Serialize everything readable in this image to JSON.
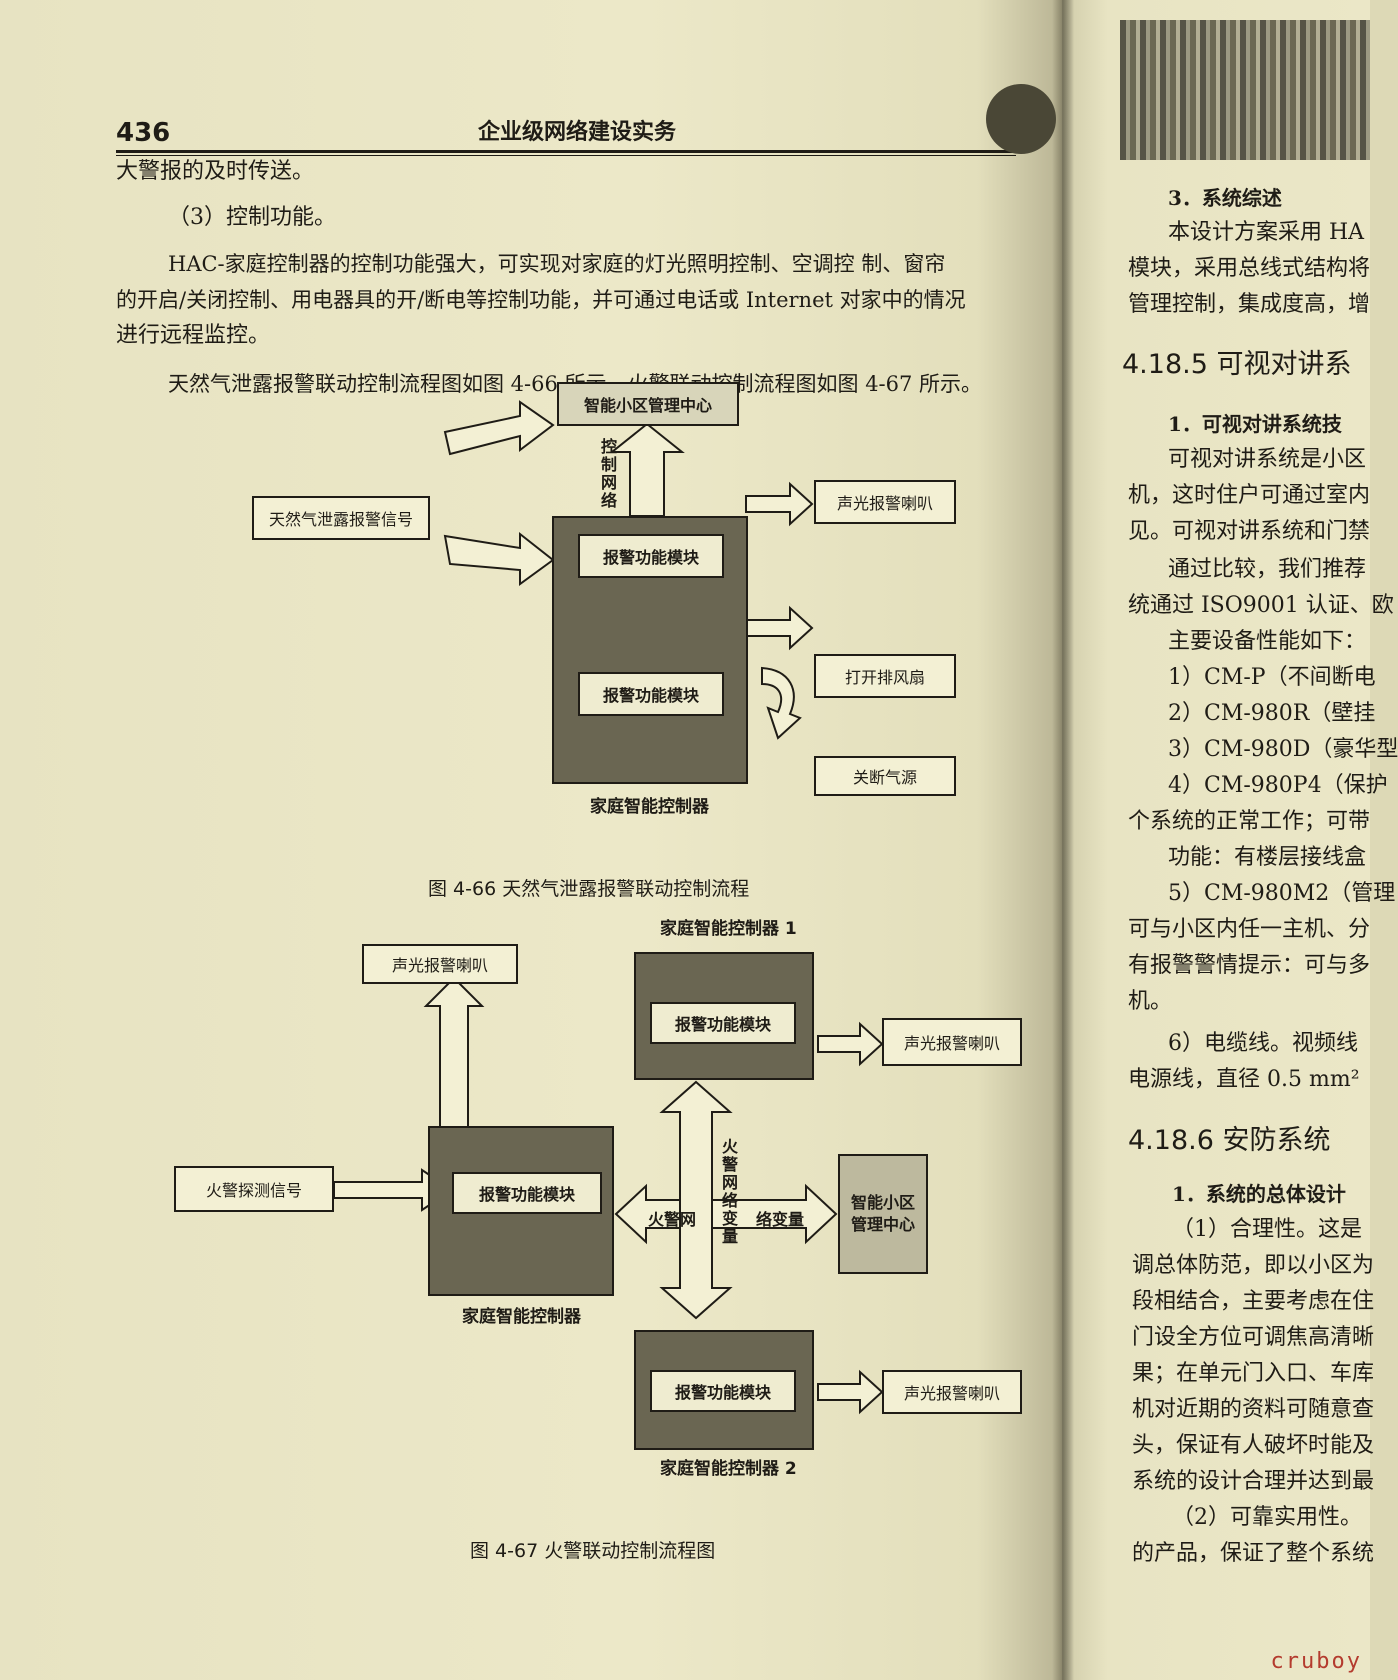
{
  "left_page": {
    "page_number": "436",
    "running_head": "企业级网络建设实务",
    "paragraphs": [
      "大警报的及时传送。",
      "（3）控制功能。",
      "HAC-家庭控制器的控制功能强大，可实现对家庭的灯光照明控制、空调控 制、窗帘",
      "的开启/关闭控制、用电器具的开/断电等控制功能，并可通过电话或 Internet 对家中的情况",
      "进行远程监控。",
      "天然气泄露报警联动控制流程图如图 4-66 所示，火警联动控制流程图如图 4-67 所示。"
    ],
    "fig66": {
      "top_box": "智能小区管理中心",
      "vertical_label": "控制网络",
      "signal_box": "天然气泄露报警信号",
      "module1": "报警功能模块",
      "module2": "报警功能模块",
      "out1": "声光报警喇叭",
      "out2": "打开排风扇",
      "out3": "关断气源",
      "controller_label": "家庭智能控制器",
      "caption": "图 4-66   天然气泄露报警联动控制流程"
    },
    "fig67": {
      "controller1_label": "家庭智能控制器 1",
      "controller1_module": "报警功能模块",
      "controller1_out": "声光报警喇叭",
      "main_top_out": "声光报警喇叭",
      "detector": "火警探测信号",
      "main_module": "报警功能模块",
      "main_label": "家庭智能控制器",
      "left_arrow_label": "火警网",
      "right_arrow_label": "络变量",
      "vertical_label": "火警网络变量",
      "center_box": "智能小区管理中心",
      "controller2_module": "报警功能模块",
      "controller2_out": "声光报警喇叭",
      "controller2_label": "家庭智能控制器 2",
      "caption": "图 4-67    火警联动控制流程图"
    }
  },
  "right_page": {
    "lines": [
      "3．系统综述",
      "本设计方案采用 HA",
      "模块，采用总线式结构将",
      "管理控制，集成度高，增",
      "4.18.5    可视对讲系",
      "1．可视对讲系统技",
      "可视对讲系统是小区",
      "机，这时住户可通过室内",
      "见。可视对讲系统和门禁",
      "通过比较，我们推荐",
      "统通过 ISO9001 认证、欧",
      "主要设备性能如下：",
      "1）CM-P（不间断电",
      "2）CM-980R（壁挂",
      "3）CM-980D（豪华型",
      "4）CM-980P4（保护",
      "个系统的正常工作；可带",
      "功能：有楼层接线盒",
      "5）CM-980M2（管理",
      "可与小区内任一主机、分",
      "有报警警情提示：可与多",
      "机。",
      "6）电缆线。视频线",
      "电源线，直径 0.5 mm²",
      "4.18.6    安防系统",
      "1．系统的总体设计",
      "（1）合理性。这是",
      "调总体防范，即以小区为",
      "段相结合，主要考虑在住",
      "门设全方位可调焦高清晰",
      "果；在单元门入口、车库",
      "机对近期的资料可随意查",
      "头，保证有人破坏时能及",
      "系统的设计合理并达到最",
      "（2）可靠实用性。",
      "的产品，保证了整个系统"
    ]
  },
  "watermark": "cruboy"
}
